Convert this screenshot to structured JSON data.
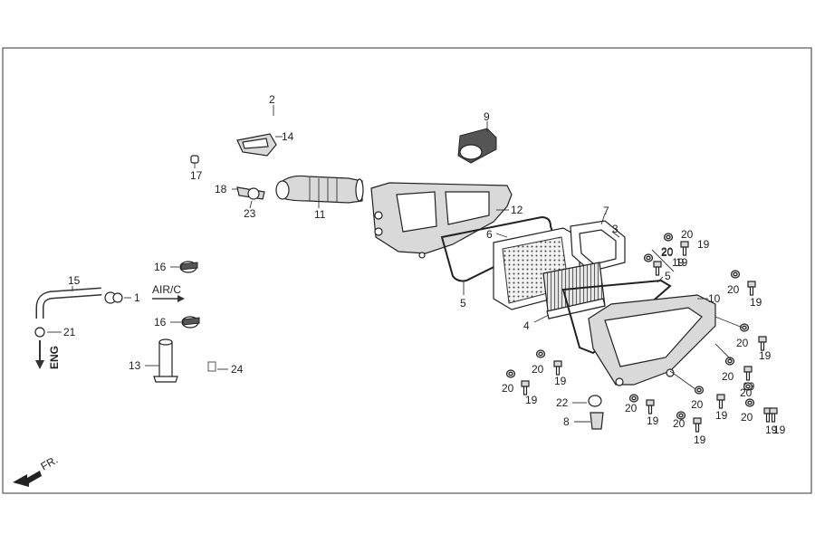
{
  "callouts": {
    "c1": "1",
    "c2": "2",
    "c3": "3",
    "c4": "4",
    "c5a": "5",
    "c5b": "5",
    "c6": "6",
    "c7": "7",
    "c8": "8",
    "c9": "9",
    "c10": "10",
    "c11": "11",
    "c12": "12",
    "c13": "13",
    "c14": "14",
    "c15": "15",
    "c16a": "16",
    "c16b": "16",
    "c17": "17",
    "c18": "18",
    "c21": "21",
    "c22": "22",
    "c23": "23",
    "c24": "24",
    "c20_1": "20",
    "c20_2": "20",
    "c20_3": "20",
    "c20_4": "20",
    "c20_5": "20",
    "c20_6": "20",
    "c20_7": "20",
    "c20_8": "20",
    "c20_9": "20",
    "c20_10": "20",
    "c20_11": "20",
    "c20_12": "20",
    "c20_13": "20",
    "c19_1": "19",
    "c19_2": "19",
    "c19_3": "19",
    "c19_4": "19",
    "c19_5": "19",
    "c19_6": "19",
    "c19_7": "19",
    "c19_8": "19",
    "c19_9": "19",
    "c19_10": "19",
    "c19_11": "19",
    "c19_12": "19",
    "c19_13": "19"
  },
  "labels": {
    "air_c": "AIR/C",
    "eng": "ENG",
    "fr": "FR."
  }
}
